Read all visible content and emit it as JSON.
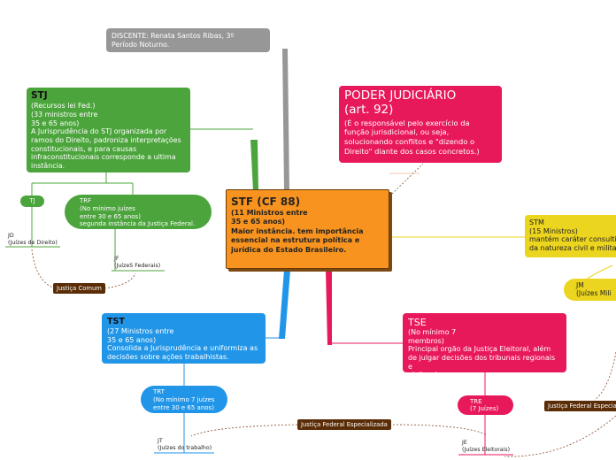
{
  "discente": {
    "text": "DISCENTE: Renata Santos Ribas, 3º\nPeríodo Noturno."
  },
  "stf": {
    "title": "STF (CF 88)",
    "body": "(11 Ministros entre\n35 e 65 anos)\nMaior instância. tem importância\nessencial na estrutura política e\njurídica do Estado Brasileiro."
  },
  "poder": {
    "title": "PODER JUDICIÁRIO\n(art. 92)",
    "body": "(É o responsável pelo exercício da\nfunção jurisdicional, ou seja,\nsolucionando conflitos e \"dizendo o\nDireito\" diante dos casos concretos.)"
  },
  "stj": {
    "title": "STJ",
    "body": "(Recursos lei Fed.)\n(33 ministros entre\n35 e 65 anos)\nA Jurisprudência do STJ organizada por\nramos do Direito, padroniza interpretações\nconstitucionais, e para causas\ninfraconstitucionais corresponde a ultima\ninstância."
  },
  "tj": {
    "label": "TJ"
  },
  "trf": {
    "text": "TRF\n(No mínimo juízes\nentre 30 e 65 anos)\nsegunda instância da Justiça Federal."
  },
  "jd": {
    "text": "JD\n(Juízes de Direito)"
  },
  "jf": {
    "text": "JF\n(JuízeS Federais)"
  },
  "justica_comum": {
    "label": "Justiça Comum"
  },
  "tst": {
    "title": "TST",
    "body": "(27 Ministros entre\n35 e 65 anos)\nConsolida a Jurisprudência e uniformiza as\ndecisões sobre ações trabalhistas."
  },
  "trt": {
    "text": "TRT\n(No mínimo 7 juízes\nentre 30 e 65 anos)"
  },
  "jt": {
    "text": "JT\n(Juízes do trabalho)"
  },
  "tse": {
    "title": "TSE",
    "body": "(No mínimo 7\nmembros)\nPrincipal orgão da Justiça Eleitoral, além\nde julgar decisões dos tribunais regionais e\neleitorais."
  },
  "tre": {
    "text": "TRE\n(7 Juízes)"
  },
  "je": {
    "text": "JE\n(Juízes Eleitorais)"
  },
  "stm": {
    "text": "STM\n(15 Ministros)\nmantém caráter consulti\nda natureza civil e milita"
  },
  "jm": {
    "text": "JM\n(Juízes Mili"
  },
  "jfe1": {
    "label": "Justiça Federal Especializada"
  },
  "jfe2": {
    "label": "Justiça Federal Especial"
  },
  "colors": {
    "orange": "#f7931e",
    "green": "#4ca43c",
    "blue": "#2196e8",
    "magenta": "#e8195b",
    "yellow": "#ecd51e",
    "gray": "#979797",
    "brown": "#5a2d07"
  }
}
